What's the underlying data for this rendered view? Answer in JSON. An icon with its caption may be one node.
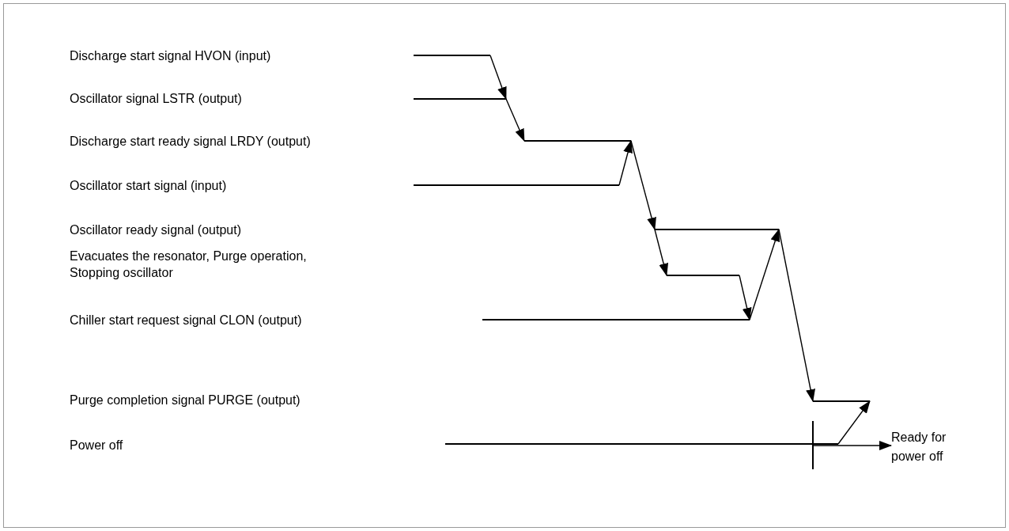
{
  "diagram": {
    "nodes": [
      {
        "text": [],
        "shape": "line"
      },
      {
        "text": [],
        "shape": "line"
      },
      {
        "text": [],
        "shape": "line"
      },
      {
        "text": [],
        "shape": "line"
      },
      {
        "text": [],
        "shape": "line"
      },
      {
        "text": [],
        "shape": "line"
      },
      {
        "text": [],
        "shape": "line"
      },
      {
        "text": [],
        "shape": "line"
      },
      {
        "text": [],
        "shape": "bar"
      },
      {
        "text": [
          "Ready for power off"
        ]
      },
      {
        "text": [],
        "shape": "line"
      }
    ],
    "edges": [
      {
        "from": 0,
        "to": 1,
        "arrow": "to"
      },
      {
        "from": 1,
        "to": 2,
        "arrow": "to"
      },
      {
        "from": 3,
        "to": 2,
        "arrow": "to"
      },
      {
        "from": 2,
        "to": 4,
        "arrow": "to"
      },
      {
        "from": 4,
        "to": 5,
        "arrow": "to"
      },
      {
        "from": 5,
        "to": 6,
        "arrow": "to"
      },
      {
        "from": 6,
        "to": 4,
        "arrow": "to"
      },
      {
        "from": 4,
        "to": 7,
        "arrow": "to"
      },
      {
        "from": 10,
        "to": 7,
        "arrow": "to"
      },
      {
        "from": 8,
        "to": 9,
        "arrow": "to"
      }
    ],
    "labels": [
      "Discharge start signal HVON (input)",
      "Oscillator signal LSTR (output)",
      "Discharge start ready signal LRDY (output)",
      "Oscillator start signal (input)",
      "Oscillator ready signal (output)",
      "Evacuates the resonator, Purge operation, Stopping oscillator",
      "Chiller start request signal CLON (output)",
      "Purge completion signal PURGE (output)",
      "Power off"
    ]
  }
}
